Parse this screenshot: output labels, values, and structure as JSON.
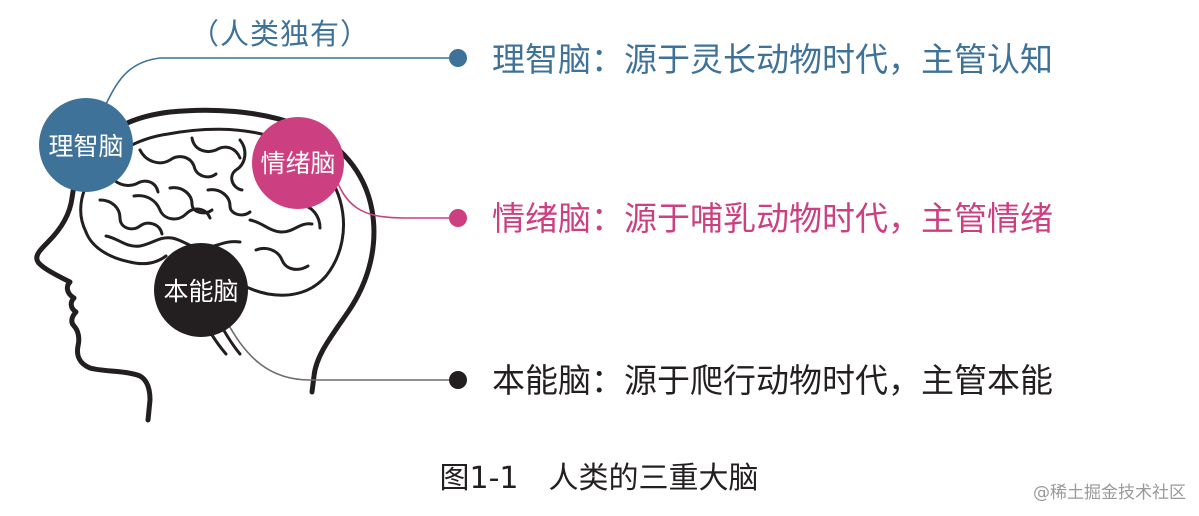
{
  "diagram": {
    "annotation": "（人类独有）",
    "circles": [
      {
        "id": "cognitive",
        "label": "理智脑",
        "color": "#3f7299"
      },
      {
        "id": "emotional",
        "label": "情绪脑",
        "color": "#cc3f80"
      },
      {
        "id": "instinct",
        "label": "本能脑",
        "color": "#231f20"
      }
    ],
    "descriptions": [
      {
        "id": "cognitive",
        "text": "理智脑：源于灵长动物时代，主管认知",
        "color": "#3f7299"
      },
      {
        "id": "emotional",
        "text": "情绪脑：源于哺乳动物时代，主管情绪",
        "color": "#cc3f80"
      },
      {
        "id": "instinct",
        "text": "本能脑：源于爬行动物时代，主管本能",
        "color": "#231f20"
      }
    ],
    "caption": "图1-1　人类的三重大脑",
    "watermark": "@稀土掘金技术社区"
  }
}
